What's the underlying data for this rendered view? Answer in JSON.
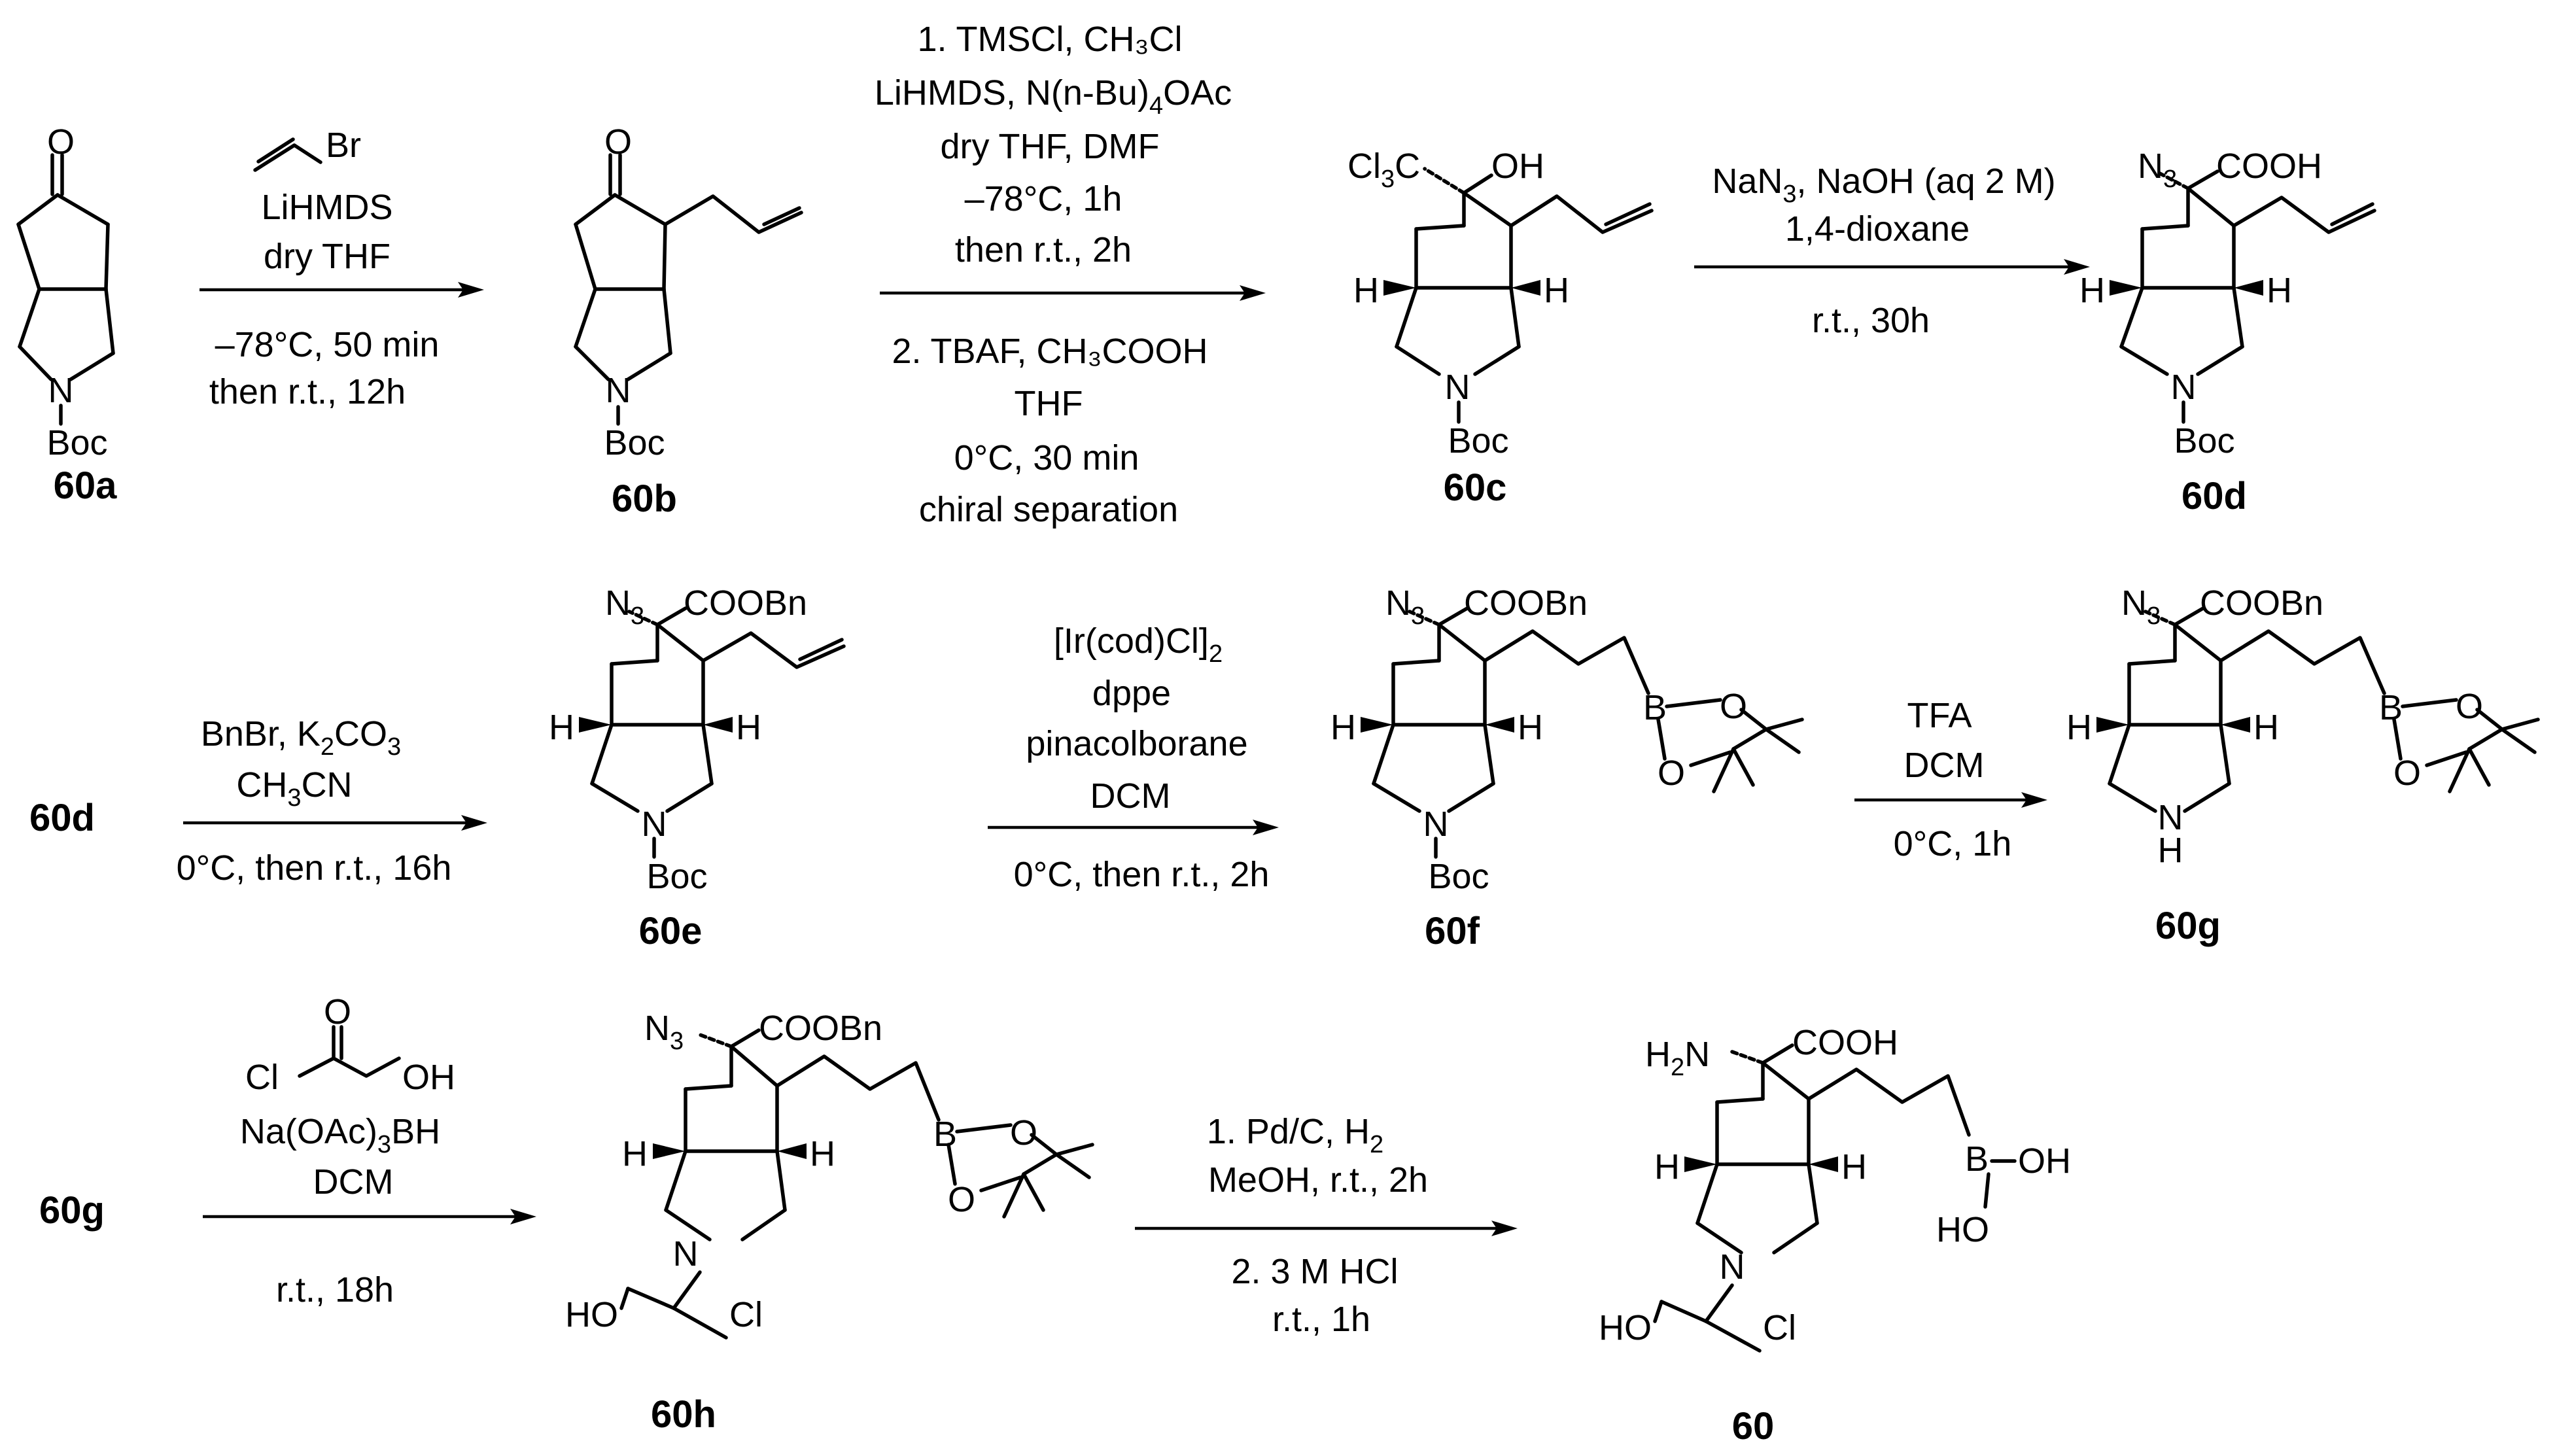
{
  "compounds": {
    "c60a": "60a",
    "c60b": "60b",
    "c60c": "60c",
    "c60d": "60d",
    "c60e": "60e",
    "c60f": "60f",
    "c60g": "60g",
    "c60h": "60h",
    "c60": "60",
    "start_row2": "60d",
    "start_row3": "60g"
  },
  "atoms": {
    "O": "O",
    "OH": "OH",
    "N": "N",
    "Boc": "Boc",
    "H": "H",
    "B": "B",
    "NH": "H",
    "N3": "N",
    "N3_sub": "3",
    "COOH": "COOH",
    "COOBn": "COOBn",
    "Cl3C": "Cl",
    "Cl3C_sub": "3",
    "Cl3C_tail": "C",
    "HO": "HO",
    "Cl": "Cl",
    "H2N_H": "H",
    "H2N_sub": "2",
    "H2N_N": "N",
    "B_OH": "OH",
    "B_HO": "HO"
  },
  "conditions": {
    "s1": {
      "reagent_br": "Br",
      "l2": "LiHMDS",
      "l3": "dry THF",
      "l4": "–78°C, 50 min",
      "l5": "then r.t., 12h"
    },
    "s2": {
      "l1": "1. TMSCl, CH₃Cl",
      "l2a": "LiHMDS, N(n-Bu)",
      "l2sub": "4",
      "l2b": "OAc",
      "l3": "dry THF, DMF",
      "l4": "–78°C, 1h",
      "l5": "then r.t., 2h",
      "l6": "2. TBAF, CH₃COOH",
      "l7": "THF",
      "l8": "0°C, 30 min",
      "l9": "chiral separation"
    },
    "s3": {
      "l1a": "NaN",
      "l1sub": "3",
      "l1b": ", NaOH (aq 2 M)",
      "l2": "1,4-dioxane",
      "l3": "r.t., 30h"
    },
    "s4": {
      "l1a": "BnBr, K",
      "l1sub": "2",
      "l1b": "CO",
      "l1sub2": "3",
      "l2a": "CH",
      "l2sub": "3",
      "l2b": "CN",
      "l3": "0°C, then r.t., 16h"
    },
    "s5": {
      "l1a": "[Ir(cod)Cl]",
      "l1sub": "2",
      "l2": "dppe",
      "l3": "pinacolborane",
      "l4": "DCM",
      "l5": "0°C, then r.t., 2h"
    },
    "s6": {
      "l1": "TFA",
      "l2": "DCM",
      "l3": "0°C, 1h"
    },
    "s7": {
      "cl": "Cl",
      "o": "O",
      "oh": "OH",
      "l2a": "Na(OAc)",
      "l2sub": "3",
      "l2b": "BH",
      "l3": "DCM",
      "l4": "r.t., 18h"
    },
    "s8": {
      "l1a": "1. Pd/C, H",
      "l1sub": "2",
      "l2": "MeOH,  r.t., 2h",
      "l3": "2. 3 M HCl",
      "l4": "r.t., 1h"
    }
  }
}
